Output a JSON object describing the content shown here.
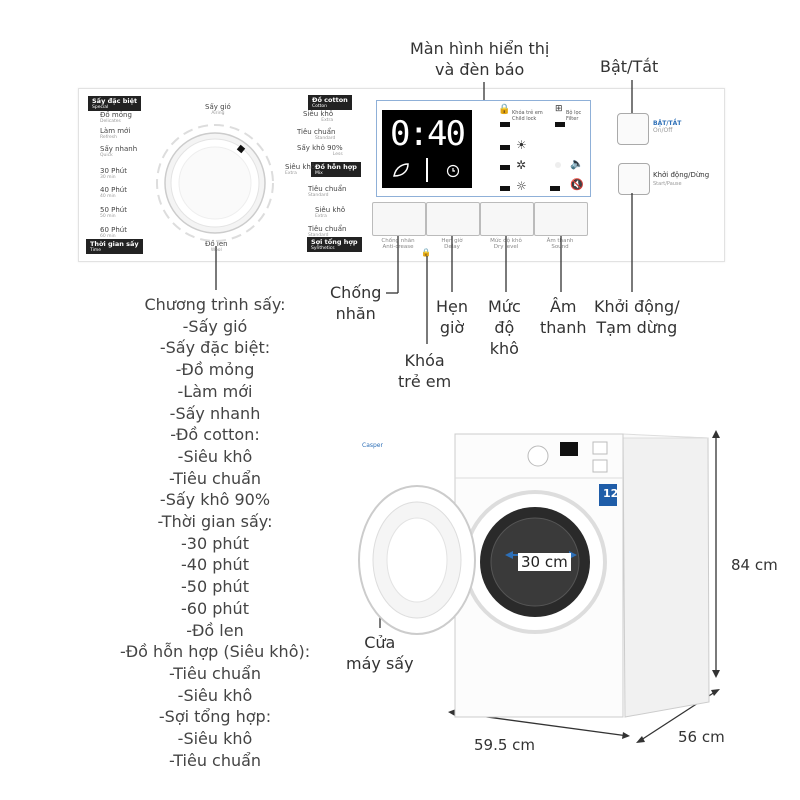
{
  "callouts": {
    "display": "Màn hình hiển thị\nvà đèn báo",
    "power": "Bật/Tắt",
    "anti_crease": "Chống\nnhăn",
    "timer": "Hẹn\ngiờ",
    "dry_level": "Mức\nđộ\nkhô",
    "sound": "Âm\nthanh",
    "start_pause": "Khởi động/\nTạm dừng",
    "child_lock": "Khóa\ntrẻ em",
    "door": "Cửa\nmáy sấy"
  },
  "programs_list": [
    "Chương trình sấy:",
    "-Sấy gió",
    "-Sấy đặc biệt:",
    "-Đồ mỏng",
    "-Làm mới",
    "-Sấy nhanh",
    "-Đồ cotton:",
    "-Siêu khô",
    "-Tiêu chuẩn",
    "-Sấy khô 90%",
    "-Thời gian sấy:",
    "-30 phút",
    "-40 phút",
    "-50 phút",
    "-60 phút",
    "-Đồ len",
    "-Đồ hỗn hợp (Siêu khô):",
    "-Tiêu chuẩn",
    "-Siêu khô",
    "-Sợi tổng hợp:",
    "-Siêu khô",
    "-Tiêu chuẩn"
  ],
  "dimensions": {
    "width": "59.5 cm",
    "depth": "56 cm",
    "height": "84 cm",
    "door_diameter": "30 cm"
  },
  "panel": {
    "display_time": "0:40",
    "tags": {
      "special": "Sấy đặc biệt",
      "special_en": "Special",
      "cotton": "Đồ cotton",
      "cotton_en": "Cotton",
      "mixed": "Đồ hỗn hợp",
      "mixed_en": "Mix",
      "time": "Thời gian sấy",
      "time_en": "Time",
      "synthetic": "Sợi tổng hợp",
      "synthetic_en": "Synthetics"
    },
    "programs": {
      "air": "Sấy gió",
      "air_en": "Airing",
      "delicates": "Đồ mỏng",
      "delicates_en": "Delicates",
      "refresh": "Làm mới",
      "refresh_en": "Refresh",
      "quick": "Sấy nhanh",
      "quick_en": "Quick",
      "t30": "30 Phút",
      "t30_en": "30 min",
      "t40": "40 Phút",
      "t40_en": "40 min",
      "t50": "50 Phút",
      "t50_en": "50 min",
      "t60": "60 Phút",
      "t60_en": "60 min",
      "wool": "Đồ len",
      "wool_en": "Wool",
      "cotton_extra": "Siêu khô",
      "cotton_extra_en": "Extra",
      "cotton_std": "Tiêu chuẩn",
      "cotton_std_en": "Standard",
      "cotton_90": "Sấy khô 90%",
      "cotton_90_en": "Less",
      "mix_extra": "Siêu khô",
      "mix_extra_en": "Extra",
      "mix_std": "Tiêu chuẩn",
      "mix_std_en": "Standard",
      "syn_extra": "Siêu khô",
      "syn_extra_en": "Extra",
      "syn_std": "Tiêu chuẩn",
      "syn_std_en": "Standard"
    },
    "indicators": {
      "child_lock": "Khóa trẻ em",
      "child_lock_en": "Child lock",
      "filter": "Bộ lọc",
      "filter_en": "Filter"
    },
    "buttons": {
      "anti_crease": "Chống nhăn",
      "anti_crease_en": "Anti-crease",
      "timer": "Hẹn giờ",
      "timer_en": "Delay",
      "dry_level": "Mức độ khô",
      "dry_level_en": "Dry level",
      "sound": "Âm thanh",
      "sound_en": "Sound",
      "power": "BẬT/TẮT",
      "power_en": "On/Off",
      "start": "Khởi động/Dừng",
      "start_en": "Start/Pause"
    }
  },
  "dryer": {
    "brand": "Casper",
    "badge": "12"
  },
  "colors": {
    "accent_blue": "#2d6fb7",
    "line": "#333333",
    "tag_bg": "#222222"
  }
}
